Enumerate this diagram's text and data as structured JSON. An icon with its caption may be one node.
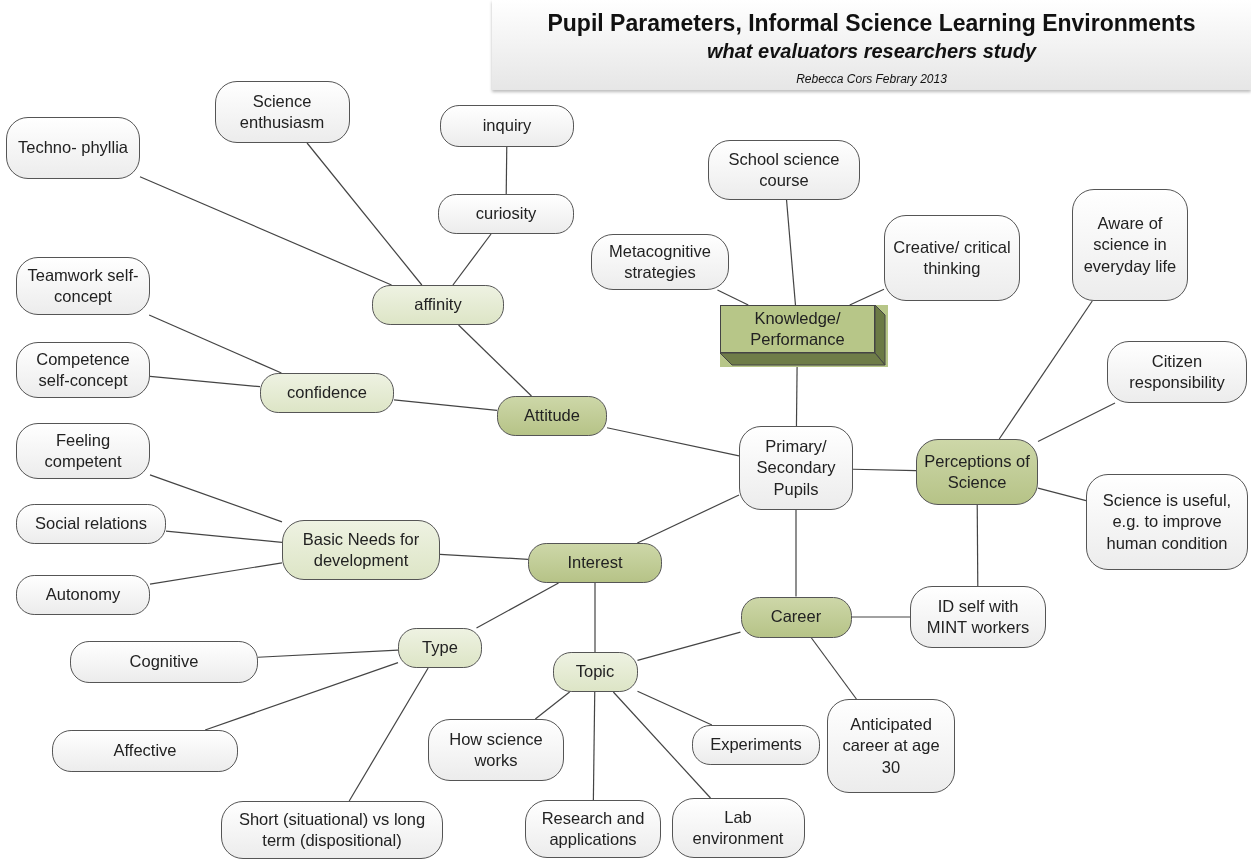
{
  "diagram": {
    "title": "Pupil Parameters, Informal Science Learning Environments",
    "nodes": [
      {
        "text": [
          "Primary/ Secondary Pupils"
        ]
      },
      {
        "text": [
          "Knowledge/ Performance"
        ]
      },
      {
        "text": [
          "School science course"
        ]
      },
      {
        "text": [
          "Metacognitive strategies"
        ]
      },
      {
        "text": [
          "Creative/ critical thinking"
        ]
      },
      {
        "text": [
          "Attitude"
        ]
      },
      {
        "text": [
          "affinity"
        ]
      },
      {
        "text": [
          "Techno- phyllia"
        ]
      },
      {
        "text": [
          "Science enthusiasm"
        ]
      },
      {
        "text": [
          "curiosity"
        ]
      },
      {
        "text": [
          "inquiry"
        ]
      },
      {
        "text": [
          "confidence"
        ]
      },
      {
        "text": [
          "Teamwork self-concept"
        ]
      },
      {
        "text": [
          "Competence self-concept"
        ]
      },
      {
        "text": [
          "Interest"
        ]
      },
      {
        "text": [
          "Basic Needs for development"
        ]
      },
      {
        "text": [
          "Feeling competent"
        ]
      },
      {
        "text": [
          "Social relations"
        ]
      },
      {
        "text": [
          "Autonomy"
        ]
      },
      {
        "text": [
          "Type"
        ]
      },
      {
        "text": [
          "Cognitive"
        ]
      },
      {
        "text": [
          "Affective"
        ]
      },
      {
        "text": [
          "Short (situational) vs long term (dispositional)"
        ]
      },
      {
        "text": [
          "Topic"
        ]
      },
      {
        "text": [
          "How science works"
        ]
      },
      {
        "text": [
          "Research and applications"
        ]
      },
      {
        "text": [
          "Experiments"
        ]
      },
      {
        "text": [
          "Lab environment"
        ]
      },
      {
        "text": [
          "Career"
        ]
      },
      {
        "text": [
          "ID self with MINT workers"
        ]
      },
      {
        "text": [
          "Anticipated career at age 30"
        ]
      },
      {
        "text": [
          "Perceptions of Science"
        ]
      },
      {
        "text": [
          "Aware of science in everyday life"
        ]
      },
      {
        "text": [
          "Citizen responsibility"
        ]
      },
      {
        "text": [
          "Science is useful, e.g. to improve human condition"
        ]
      }
    ],
    "edges": [
      {
        "from": 0,
        "to": 1,
        "arrow": "none"
      },
      {
        "from": 1,
        "to": 2,
        "arrow": "none"
      },
      {
        "from": 1,
        "to": 3,
        "arrow": "none"
      },
      {
        "from": 1,
        "to": 4,
        "arrow": "none"
      },
      {
        "from": 0,
        "to": 5,
        "arrow": "none"
      },
      {
        "from": 5,
        "to": 6,
        "arrow": "none"
      },
      {
        "from": 6,
        "to": 7,
        "arrow": "none"
      },
      {
        "from": 6,
        "to": 8,
        "arrow": "none"
      },
      {
        "from": 6,
        "to": 9,
        "arrow": "none"
      },
      {
        "from": 9,
        "to": 10,
        "arrow": "none"
      },
      {
        "from": 5,
        "to": 11,
        "arrow": "none"
      },
      {
        "from": 11,
        "to": 12,
        "arrow": "none"
      },
      {
        "from": 11,
        "to": 13,
        "arrow": "none"
      },
      {
        "from": 0,
        "to": 14,
        "arrow": "none"
      },
      {
        "from": 14,
        "to": 15,
        "arrow": "none"
      },
      {
        "from": 15,
        "to": 16,
        "arrow": "none"
      },
      {
        "from": 15,
        "to": 17,
        "arrow": "none"
      },
      {
        "from": 15,
        "to": 18,
        "arrow": "none"
      },
      {
        "from": 14,
        "to": 19,
        "arrow": "none"
      },
      {
        "from": 19,
        "to": 20,
        "arrow": "none"
      },
      {
        "from": 19,
        "to": 21,
        "arrow": "none"
      },
      {
        "from": 19,
        "to": 22,
        "arrow": "none"
      },
      {
        "from": 14,
        "to": 23,
        "arrow": "none"
      },
      {
        "from": 23,
        "to": 24,
        "arrow": "none"
      },
      {
        "from": 23,
        "to": 25,
        "arrow": "none"
      },
      {
        "from": 23,
        "to": 26,
        "arrow": "none"
      },
      {
        "from": 23,
        "to": 27,
        "arrow": "none"
      },
      {
        "from": 23,
        "to": 28,
        "arrow": "none"
      },
      {
        "from": 0,
        "to": 28,
        "arrow": "none"
      },
      {
        "from": 28,
        "to": 29,
        "arrow": "none"
      },
      {
        "from": 28,
        "to": 30,
        "arrow": "none"
      },
      {
        "from": 0,
        "to": 31,
        "arrow": "none"
      },
      {
        "from": 31,
        "to": 32,
        "arrow": "none"
      },
      {
        "from": 31,
        "to": 33,
        "arrow": "none"
      },
      {
        "from": 31,
        "to": 34,
        "arrow": "none"
      },
      {
        "from": 31,
        "to": 29,
        "arrow": "none"
      }
    ],
    "labels": [
      "what evaluators researchers study",
      "Rebecca Cors Febrary 2013"
    ]
  }
}
